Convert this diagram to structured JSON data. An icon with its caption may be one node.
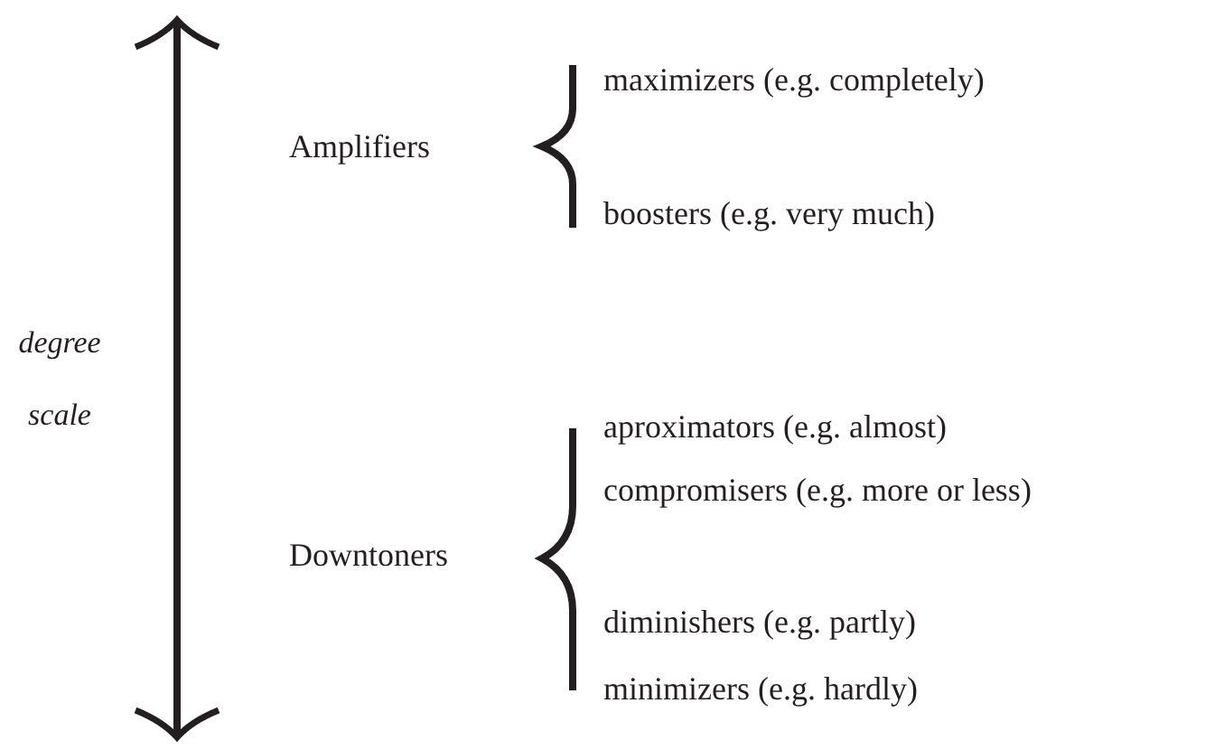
{
  "diagram": {
    "labels": [
      "degree scale",
      "Amplifiers",
      "maximizers (e.g. completely)",
      "boosters (e.g. very much)",
      "Downtoners",
      "aproximators (e.g. almost)",
      "compromisers (e.g. more or less)",
      "diminishers (e.g. partly)",
      "minimizers (e.g. hardly)"
    ]
  }
}
